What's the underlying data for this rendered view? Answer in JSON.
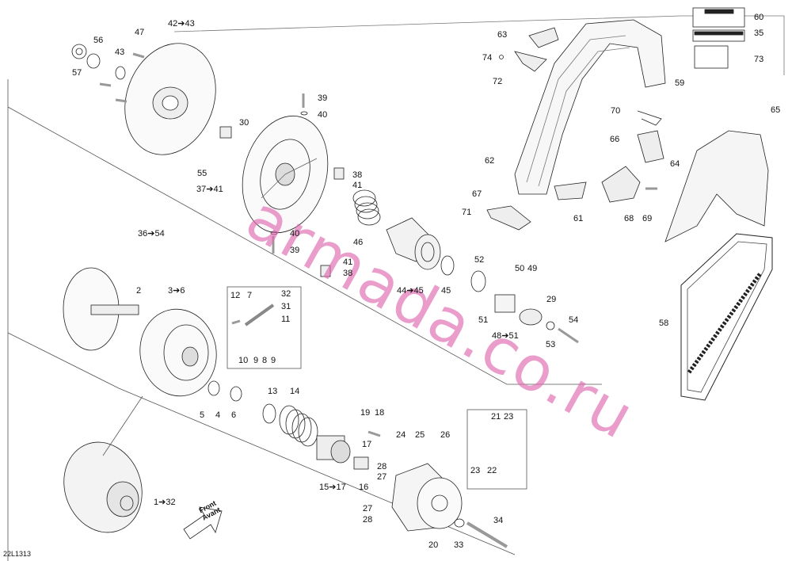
{
  "diagram": {
    "code": "22L1313",
    "watermark": "armada.co.ru",
    "front_label_1": "Front",
    "front_label_2": "Avant",
    "callouts": [
      {
        "id": "c60",
        "text": "60"
      },
      {
        "id": "c35",
        "text": "35"
      },
      {
        "id": "c73",
        "text": "73"
      },
      {
        "id": "c63",
        "text": "63"
      },
      {
        "id": "c74",
        "text": "74"
      },
      {
        "id": "c72",
        "text": "72"
      },
      {
        "id": "c59",
        "text": "59"
      },
      {
        "id": "c70",
        "text": "70"
      },
      {
        "id": "c65",
        "text": "65"
      },
      {
        "id": "c66",
        "text": "66"
      },
      {
        "id": "c64",
        "text": "64"
      },
      {
        "id": "c62",
        "text": "62"
      },
      {
        "id": "c67",
        "text": "67"
      },
      {
        "id": "c71",
        "text": "71"
      },
      {
        "id": "c61",
        "text": "61"
      },
      {
        "id": "c68",
        "text": "68"
      },
      {
        "id": "c69",
        "text": "69"
      },
      {
        "id": "c58",
        "text": "58"
      },
      {
        "id": "c4243",
        "text": "42➔43"
      },
      {
        "id": "c47",
        "text": "47"
      },
      {
        "id": "c56",
        "text": "56"
      },
      {
        "id": "c43",
        "text": "43"
      },
      {
        "id": "c57",
        "text": "57"
      },
      {
        "id": "c39a",
        "text": "39"
      },
      {
        "id": "c40a",
        "text": "40"
      },
      {
        "id": "c30",
        "text": "30"
      },
      {
        "id": "c55",
        "text": "55"
      },
      {
        "id": "c3741",
        "text": "37➔41"
      },
      {
        "id": "c38a",
        "text": "38"
      },
      {
        "id": "c41a",
        "text": "41"
      },
      {
        "id": "c3654",
        "text": "36➔54"
      },
      {
        "id": "c40b",
        "text": "40"
      },
      {
        "id": "c39b",
        "text": "39"
      },
      {
        "id": "c46",
        "text": "46"
      },
      {
        "id": "c41b",
        "text": "41"
      },
      {
        "id": "c38b",
        "text": "38"
      },
      {
        "id": "c52",
        "text": "52"
      },
      {
        "id": "c4445",
        "text": "44➔45"
      },
      {
        "id": "c45",
        "text": "45"
      },
      {
        "id": "c50",
        "text": "50"
      },
      {
        "id": "c49",
        "text": "49"
      },
      {
        "id": "c29",
        "text": "29"
      },
      {
        "id": "c51",
        "text": "51"
      },
      {
        "id": "c54",
        "text": "54"
      },
      {
        "id": "c4851",
        "text": "48➔51"
      },
      {
        "id": "c53",
        "text": "53"
      },
      {
        "id": "c2",
        "text": "2"
      },
      {
        "id": "c36",
        "text": "3➔6"
      },
      {
        "id": "c12",
        "text": "12"
      },
      {
        "id": "c7",
        "text": "7"
      },
      {
        "id": "c32",
        "text": "32"
      },
      {
        "id": "c31",
        "text": "31"
      },
      {
        "id": "c11",
        "text": "11"
      },
      {
        "id": "c10",
        "text": "10"
      },
      {
        "id": "c9a",
        "text": "9"
      },
      {
        "id": "c8",
        "text": "8"
      },
      {
        "id": "c9b",
        "text": "9"
      },
      {
        "id": "c5",
        "text": "5"
      },
      {
        "id": "c4",
        "text": "4"
      },
      {
        "id": "c6",
        "text": "6"
      },
      {
        "id": "c13",
        "text": "13"
      },
      {
        "id": "c14",
        "text": "14"
      },
      {
        "id": "c19",
        "text": "19"
      },
      {
        "id": "c18",
        "text": "18"
      },
      {
        "id": "c17",
        "text": "17"
      },
      {
        "id": "c1517",
        "text": "15➔17"
      },
      {
        "id": "c16",
        "text": "16"
      },
      {
        "id": "c24",
        "text": "24"
      },
      {
        "id": "c25",
        "text": "25"
      },
      {
        "id": "c26",
        "text": "26"
      },
      {
        "id": "c28a",
        "text": "28"
      },
      {
        "id": "c27a",
        "text": "27"
      },
      {
        "id": "c21",
        "text": "21"
      },
      {
        "id": "c23a",
        "text": "23"
      },
      {
        "id": "c23b",
        "text": "23"
      },
      {
        "id": "c22",
        "text": "22"
      },
      {
        "id": "c27b",
        "text": "27"
      },
      {
        "id": "c28b",
        "text": "28"
      },
      {
        "id": "c34",
        "text": "34"
      },
      {
        "id": "c20",
        "text": "20"
      },
      {
        "id": "c33",
        "text": "33"
      },
      {
        "id": "c132",
        "text": "1➔32"
      }
    ]
  }
}
